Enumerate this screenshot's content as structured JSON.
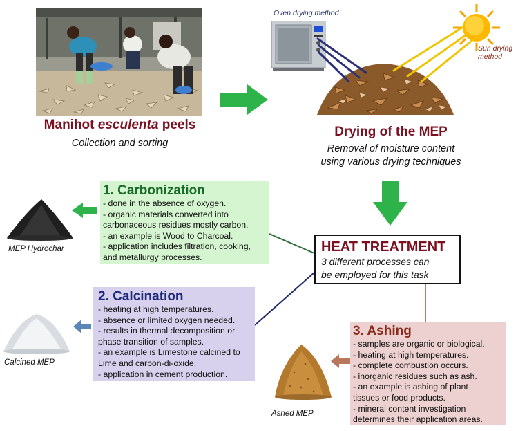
{
  "collection": {
    "title_prefix": "Manihot ",
    "title_italic": "esculenta",
    "title_suffix": " peels",
    "subtitle": "Collection and sorting"
  },
  "drying": {
    "oven_label": "Oven drying method",
    "sun_label_line1": "Sun drying",
    "sun_label_line2": "method",
    "title": "Drying of the MEP",
    "subtitle_line1": "Removal of moisture content",
    "subtitle_line2": "using various drying techniques"
  },
  "heat": {
    "title": "HEAT TREATMENT",
    "line1": "3 different processes can",
    "line2": "be employed for this task"
  },
  "carbonization": {
    "heading": "1. Carbonization",
    "lines": [
      "- done in the absence of oxygen.",
      "- organic materials converted into",
      "carbonaceous residues mostly carbon.",
      "- an example is Wood to Charcoal.",
      "- application includes filtration, cooking,",
      "and metallurgy processes."
    ],
    "product": "MEP Hydrochar"
  },
  "calcination": {
    "heading": "2. Calcination",
    "lines": [
      "- heating at high temperatures.",
      "- absence or limited oxygen needed.",
      "- results in thermal decomposition or",
      "phase transition of samples.",
      "- an example is Limestone calcined to",
      "Lime and carbon-di-oxide.",
      "- application in cement production."
    ],
    "product": "Calcined MEP"
  },
  "ashing": {
    "heading": "3. Ashing",
    "lines": [
      "- samples are organic or biological.",
      "- heating at high temperatures.",
      "- complete combustion occurs.",
      "- inorganic residues such as ash.",
      "- an example is ashing of plant",
      "tissues or food products.",
      "- mineral content investigation",
      "determines their application areas."
    ],
    "product": "Ashed MEP"
  },
  "colors": {
    "title_red": "#7a1020",
    "arrow_green": "#2db34a",
    "carbon_box": "#d4f5cf",
    "carbon_heading": "#1a6b2a",
    "calc_box": "#d8d1ee",
    "calc_heading": "#1f2a7a",
    "ash_box": "#edd1d1",
    "ash_heading": "#8a2a1a",
    "line_green": "#2e6b3a",
    "line_navy": "#1f2a6b",
    "line_brown": "#b58060"
  },
  "icons": [
    "workers-photo",
    "oven-icon",
    "sun-icon",
    "dried-peels-photo",
    "hydrochar-pile",
    "calcined-pile",
    "ash-pile"
  ]
}
